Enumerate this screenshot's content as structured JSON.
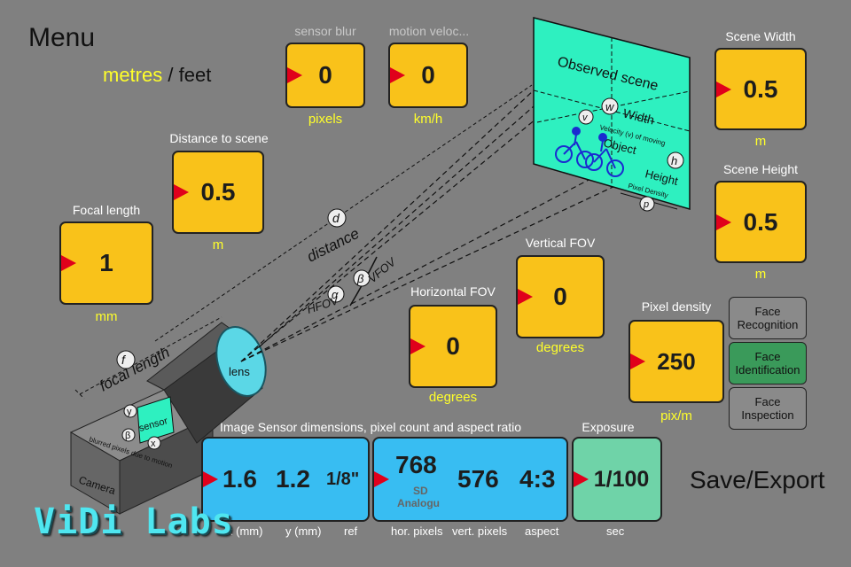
{
  "menu": {
    "label": "Menu"
  },
  "units_toggle": {
    "metres": "metres",
    "separator": "/",
    "feet": "feet"
  },
  "sensor_blur": {
    "label": "sensor blur",
    "value": "0",
    "unit": "pixels"
  },
  "motion_velocity": {
    "label": "motion veloc...",
    "value": "0",
    "unit": "km/h"
  },
  "scene_width": {
    "label": "Scene Width",
    "value": "0.5",
    "unit": "m"
  },
  "scene_height": {
    "label": "Scene Height",
    "value": "0.5",
    "unit": "m"
  },
  "distance": {
    "label": "Distance to scene",
    "value": "0.5",
    "unit": "m"
  },
  "focal_length": {
    "label": "Focal length",
    "value": "1",
    "unit": "mm"
  },
  "vertical_fov": {
    "label": "Vertical FOV",
    "value": "0",
    "unit": "degrees"
  },
  "horizontal_fov": {
    "label": "Horizontal FOV",
    "value": "0",
    "unit": "degrees"
  },
  "pixel_density": {
    "label": "Pixel density",
    "value": "250",
    "unit": "pix/m"
  },
  "face_buttons": [
    {
      "label": "Face\nRecognition",
      "active": false
    },
    {
      "label": "Face\nIdentification",
      "active": true
    },
    {
      "label": "Face\nInspection",
      "active": false
    }
  ],
  "image_sensor": {
    "label": "Image Sensor dimensions, pixel count and aspect ratio",
    "x": "1.6",
    "y": "1.2",
    "ref": "1/8\"",
    "x_label": "x (mm)",
    "y_label": "y (mm)",
    "ref_label": "ref"
  },
  "pixels": {
    "hor": "768",
    "vert": "576",
    "aspect": "4:3",
    "format_line1": "SD",
    "format_line2": "Analogu",
    "hor_label": "hor. pixels",
    "vert_label": "vert. pixels",
    "aspect_label": "aspect"
  },
  "exposure": {
    "label": "Exposure",
    "value": "1/100",
    "unit": "sec"
  },
  "save_export": {
    "save": "Save",
    "separator": "/",
    "export": "Export"
  },
  "brand": {
    "name": "ViDi Labs"
  },
  "diagram": {
    "observed_scene": "Observed scene",
    "width": "Width",
    "height": "Height",
    "object": "Object",
    "velocity_note": "Velocity (v) of moving",
    "pixel_density": "Pixel Density",
    "w": "w",
    "h": "h",
    "v": "v",
    "pd": "p",
    "distance": "distance",
    "d": "d",
    "vfov": "VFOV",
    "hfov": "HFOV",
    "alpha": "α",
    "beta": "β",
    "focal_length": "focal length",
    "f": "f",
    "lens": "lens",
    "sensor": "sensor",
    "camera": "Camera",
    "blur_note": "blurred pixels due to motion",
    "x": "x",
    "y": "y",
    "b": "β"
  },
  "colors": {
    "background": "#808080",
    "box_yellow": "#f9c21a",
    "box_blue": "#38bdf2",
    "box_green": "#6fd3a8",
    "accent_yellow": "#ffff2a",
    "arrow_red": "#e0001b",
    "scene_teal": "#2ef0c0",
    "active_face": "#3a9a5a",
    "brand_cyan": "#4fe6f0"
  }
}
